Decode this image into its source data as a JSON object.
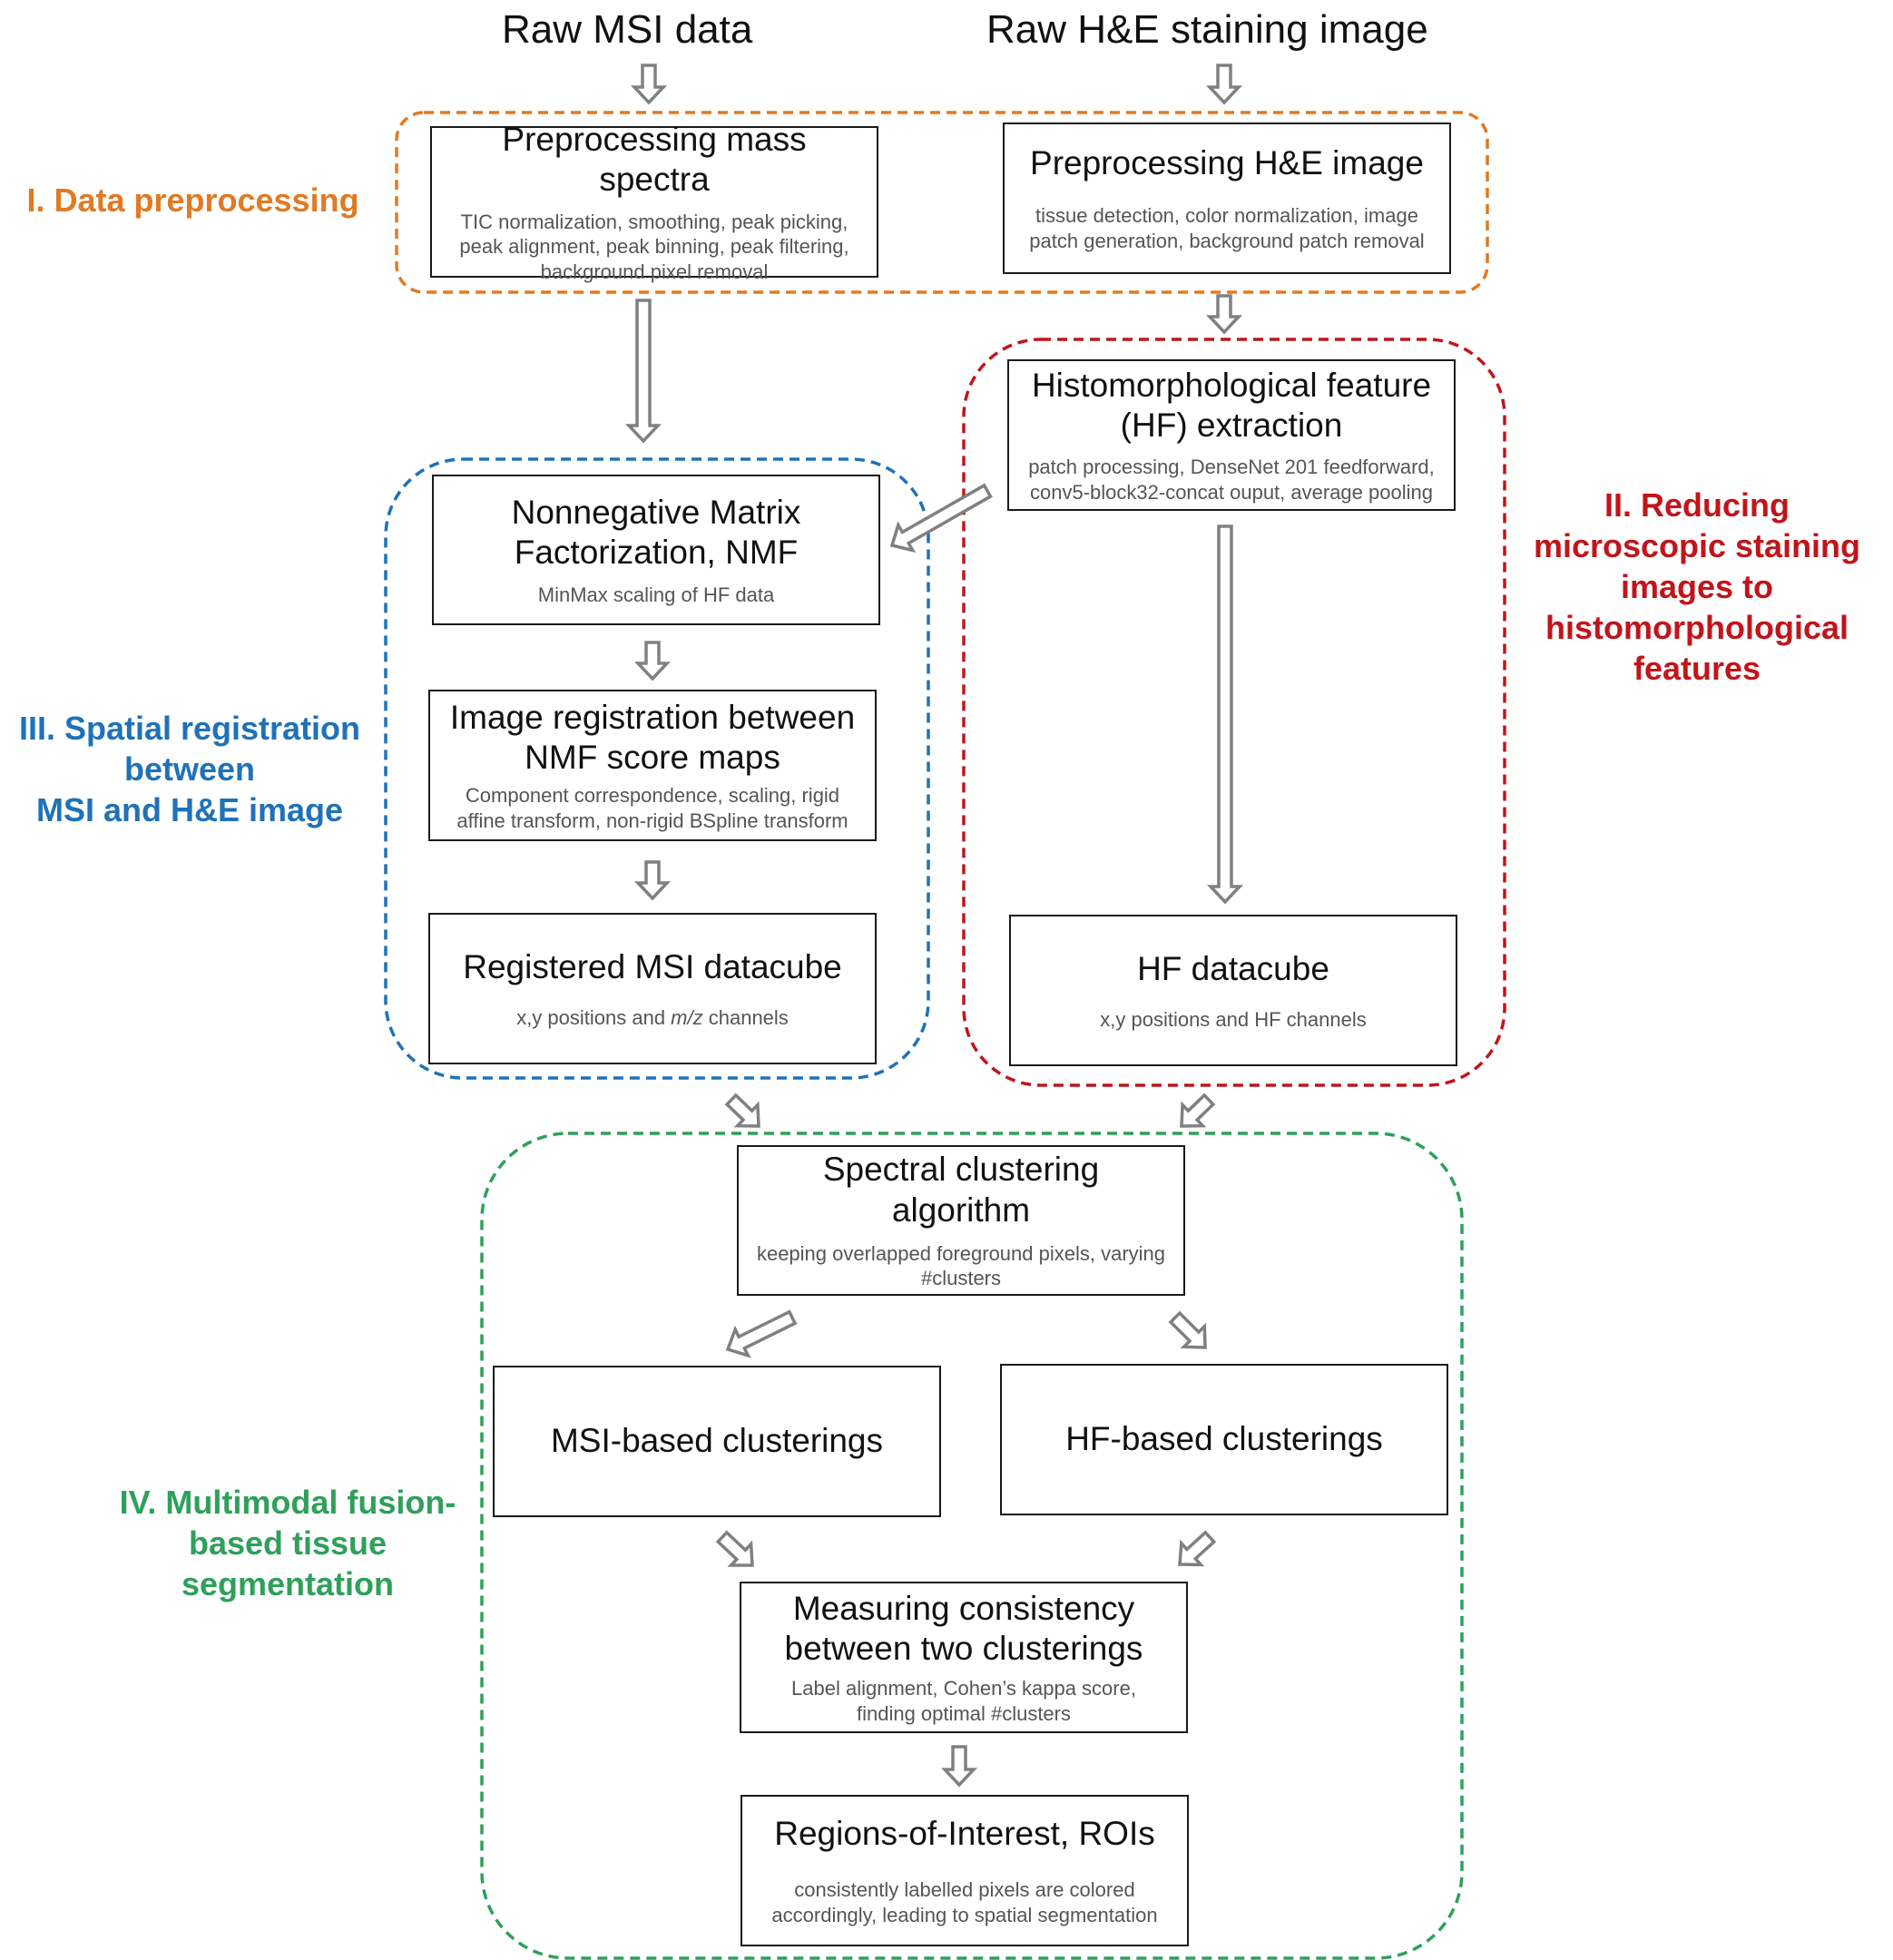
{
  "sources": {
    "msi": "Raw MSI data",
    "he": "Raw H&E staining image"
  },
  "stages": {
    "s1": "I. Data preprocessing",
    "s2": [
      "II. Reducing",
      "microscopic staining",
      "images to",
      "histomorphological",
      "features"
    ],
    "s3": [
      "III. Spatial registration",
      "between",
      "MSI and H&E image"
    ],
    "s4": [
      "IV. Multimodal fusion-",
      "based tissue",
      "segmentation"
    ]
  },
  "boxes": {
    "prep_ms": {
      "title": "Preprocessing mass spectra",
      "desc": [
        "TIC normalization, smoothing, peak picking,",
        "peak alignment, peak binning, peak filtering,",
        "background pixel removal"
      ]
    },
    "prep_he": {
      "title": "Preprocessing H&E image",
      "desc": [
        "tissue detection, color normalization, image",
        "patch generation, background patch removal"
      ]
    },
    "hf_extract": {
      "title": [
        "Histomorphological feature",
        "(HF) extraction"
      ],
      "desc": [
        "patch processing, DenseNet 201 feedforward,",
        "conv5-block32-concat ouput,  average pooling"
      ]
    },
    "nmf": {
      "title": [
        "Nonnegative Matrix",
        "Factorization, NMF"
      ],
      "desc": [
        "MinMax scaling of HF data"
      ]
    },
    "registration": {
      "title": [
        "Image registration between",
        "NMF score maps"
      ],
      "desc": [
        "Component correspondence, scaling, rigid",
        "affine transform, non-rigid  BSpline transform"
      ]
    },
    "reg_msi": {
      "title": "Registered MSI datacube",
      "desc_pre": "x,y positions and ",
      "desc_em": "m/z",
      "desc_post": " channels"
    },
    "hf_cube": {
      "title": "HF datacube",
      "desc": [
        "x,y positions and HF channels"
      ]
    },
    "spectral": {
      "title": [
        "Spectral clustering",
        "algorithm"
      ],
      "desc": [
        "keeping overlapped foreground pixels, varying",
        "#clusters"
      ]
    },
    "msi_clust": {
      "title": "MSI-based clusterings"
    },
    "hf_clust": {
      "title": "HF-based clusterings"
    },
    "consistency": {
      "title": [
        "Measuring consistency",
        "between two clusterings"
      ],
      "desc": [
        "Label alignment, Cohen’s kappa score,",
        "finding optimal  #clusters"
      ]
    },
    "rois": {
      "title": "Regions-of-Interest, ROIs",
      "desc": [
        "consistently labelled pixels are colored",
        "accordingly, leading to spatial segmentation"
      ]
    }
  },
  "colors": {
    "stage1": "#e07a24",
    "stage2": "#c0151b",
    "stage3": "#1f72b8",
    "stage4": "#2ea05a",
    "arrow": "#808080"
  }
}
